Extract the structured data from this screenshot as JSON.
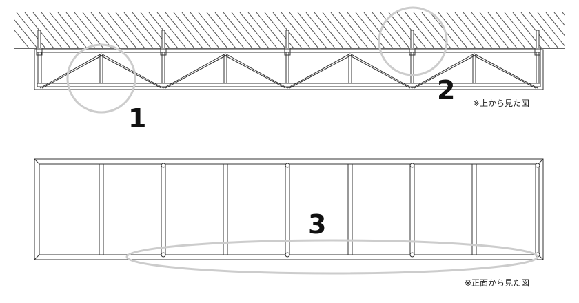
{
  "top_view_note": "※上から見た図",
  "front_view_note": "※正面から見た図",
  "callouts": [
    {
      "number": "1"
    },
    {
      "number": "2"
    },
    {
      "number": "3"
    }
  ],
  "colors": {
    "line": "#333333",
    "highlight": "#cccccc",
    "text": "#111111"
  }
}
